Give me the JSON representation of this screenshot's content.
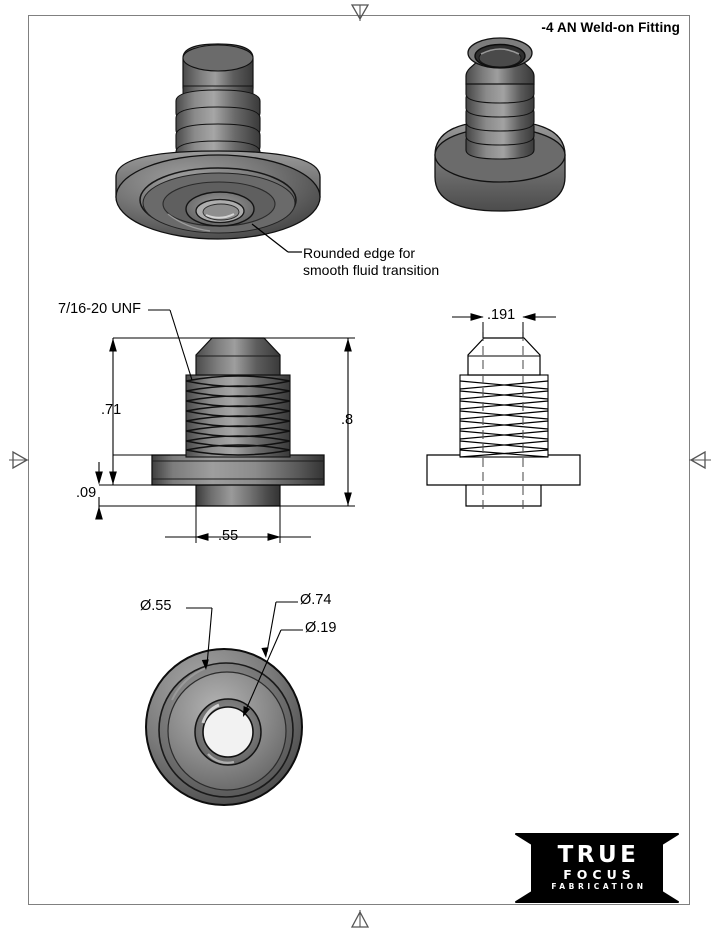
{
  "sheet": {
    "title": "-4 AN Weld-on Fitting",
    "background_color": "#ffffff",
    "border_color": "#808080",
    "line_color": "#000000",
    "part_color_light": "#8f8f8f",
    "part_color_dark": "#3a3a3a"
  },
  "center_marks": {
    "top": "center-mark-top",
    "bottom": "center-mark-bottom",
    "left": "center-mark-left",
    "right": "center-mark-right"
  },
  "views": {
    "iso_bottom": {
      "name": "isometric-view-underside",
      "callout": {
        "line1": "Rounded edge for",
        "line2": "smooth fluid transition"
      }
    },
    "iso_top": {
      "name": "isometric-view-flare-side"
    },
    "front": {
      "name": "front-elevation-view",
      "thread_label": "7/16-20 UNF",
      "dimensions": {
        "thread_length": ".71",
        "overall_height": ".8",
        "flange_thickness": ".09",
        "flange_diameter": ".55"
      }
    },
    "section": {
      "name": "section-elevation-view",
      "dimensions": {
        "bore": ".191"
      }
    },
    "bottom": {
      "name": "bottom-plan-view",
      "dimensions": {
        "inner_step": "Ø.55",
        "outer_flange": "Ø.74",
        "through_hole": "Ø.19"
      }
    }
  },
  "logo": {
    "line1": "TRUE",
    "line2": "FOCUS",
    "line3": "FABRICATION"
  }
}
